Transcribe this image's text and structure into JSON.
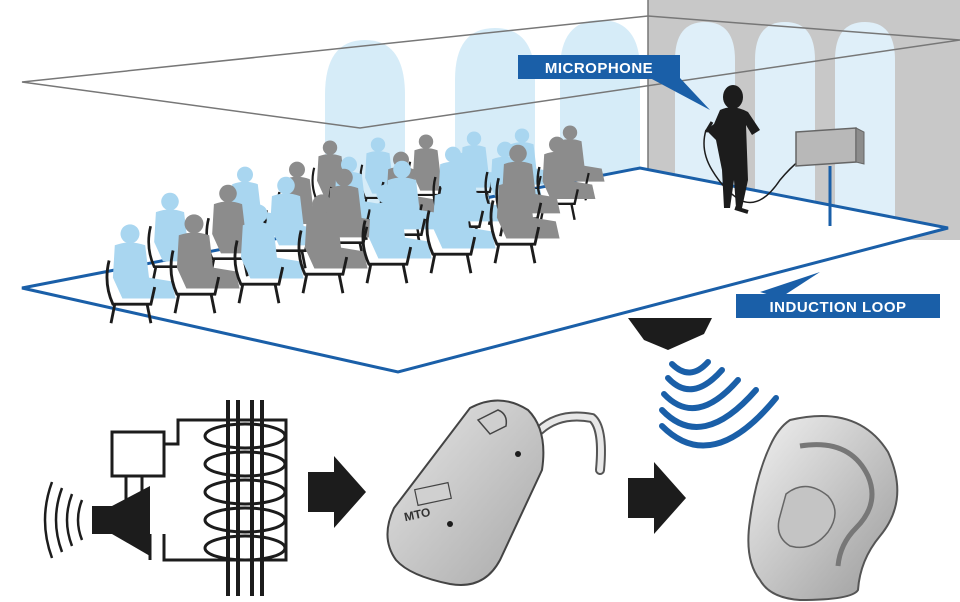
{
  "labels": {
    "microphone": "MICROPHONE",
    "induction_loop": "INDUCTION LOOP",
    "hearing_aid_switch": "MTO"
  },
  "colors": {
    "accent_blue": "#1a5fa8",
    "light_blue": "#a9d6f0",
    "pale_blue": "#d6ecf8",
    "gray": "#8c8c8c",
    "dark": "#1c1c1c",
    "wall": "#bdbdbd"
  },
  "icons": [
    "microphone-tag",
    "speaker-icon",
    "sound-waves-icon",
    "amplifier-box",
    "induction-coil-icon",
    "arrow-right-icon",
    "hearing-aid-icon",
    "ear-icon",
    "magnetic-waves-icon",
    "loop-amplifier-icon",
    "speaker-person-icon"
  ]
}
